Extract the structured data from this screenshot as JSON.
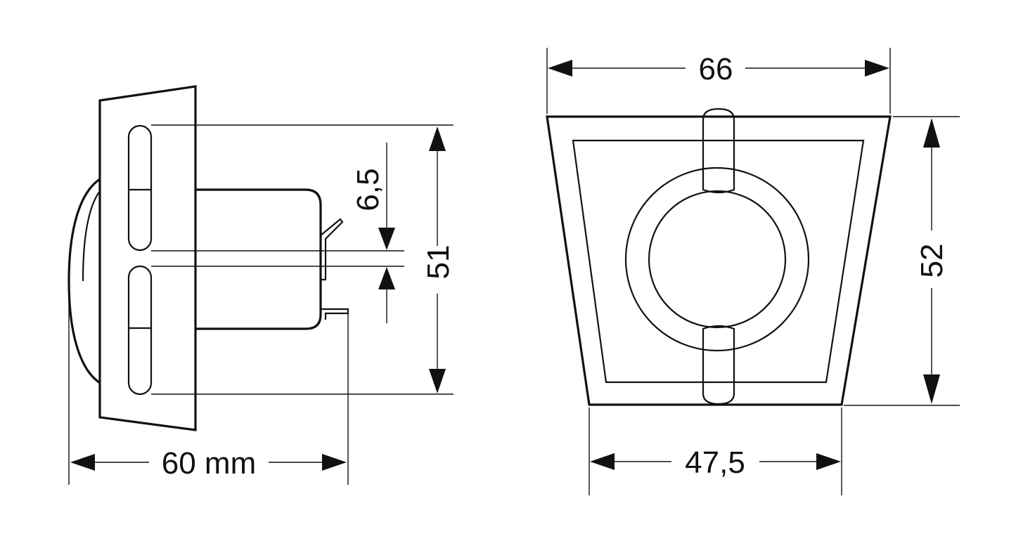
{
  "dimensions": {
    "depth_mm": "60 mm",
    "height_side": "51",
    "slot_gap": "6,5",
    "front_width_top": "66",
    "front_width_bottom": "47,5",
    "front_height": "52"
  },
  "colors": {
    "line": "#111111",
    "background": "#ffffff"
  }
}
